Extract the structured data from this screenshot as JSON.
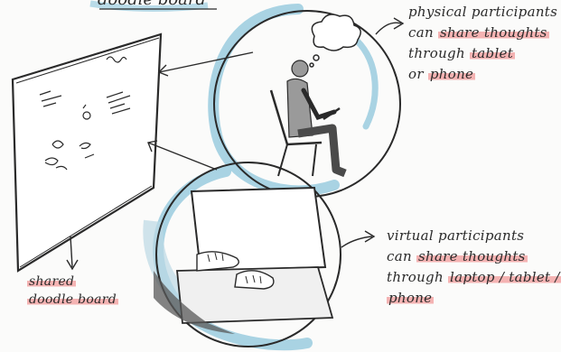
{
  "header_fragment": "doodle board",
  "colors": {
    "ink": "#2a2a2a",
    "accent_blue": "#a9d3e3",
    "highlight_red": "#ee7878",
    "person_gray": "#9a9a9a"
  },
  "physical_note": {
    "line1": "physical participants",
    "line2_pre": "can ",
    "line2_hl": "share thoughts",
    "line3_pre": "through ",
    "line3_hl": "tablet",
    "line4_pre": "or ",
    "line4_hl": "phone"
  },
  "virtual_note": {
    "line1": "virtual participants",
    "line2_pre": "can ",
    "line2_hl": "share thoughts",
    "line3_pre": "through ",
    "line3_hl": "laptop / tablet /",
    "line4_hl": "phone"
  },
  "board_note": {
    "line1": "shared",
    "line2": "doodle board"
  },
  "icons": {
    "thought_bubble": "thought-bubble-icon",
    "person_on_chair": "seated-person-icon",
    "hands_on_laptop": "laptop-hands-icon"
  }
}
